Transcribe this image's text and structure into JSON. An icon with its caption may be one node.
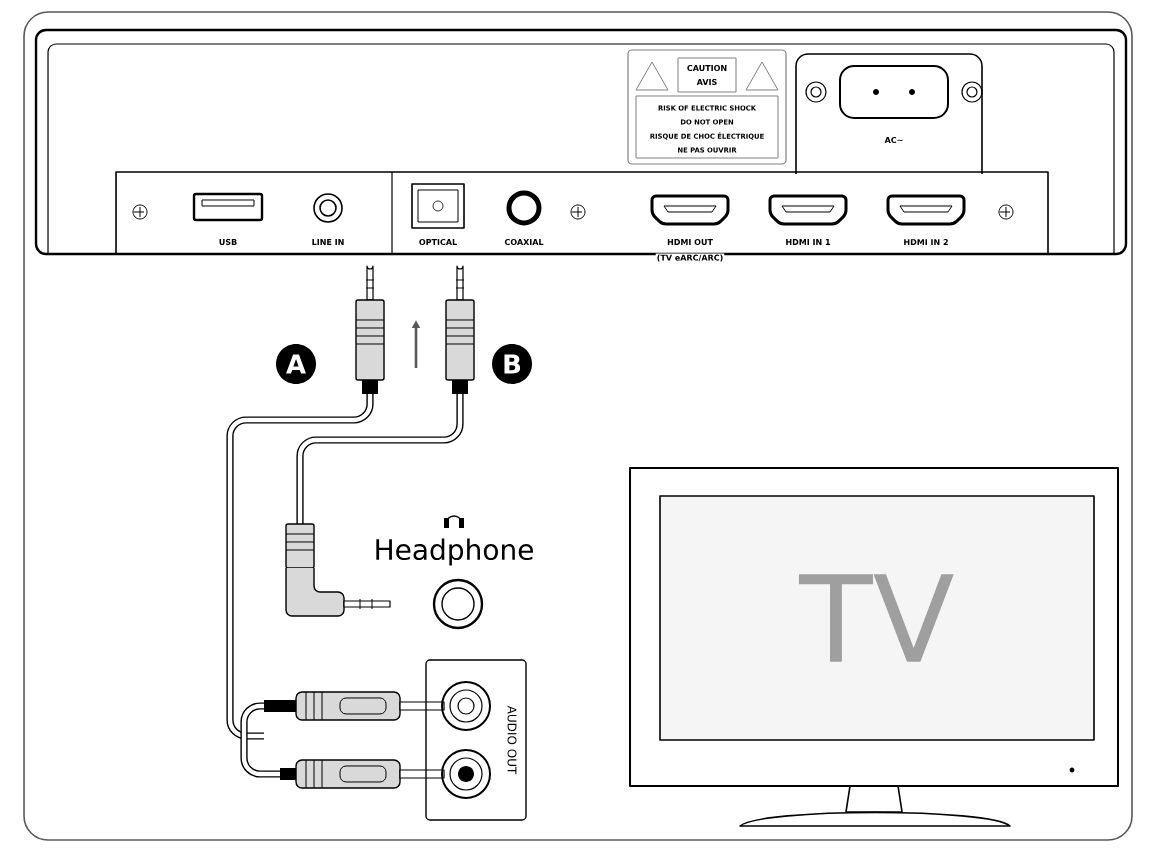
{
  "diagram": {
    "nodes": [
      {
        "text": [
          "A"
        ]
      },
      {
        "text": [
          "B"
        ]
      },
      {
        "text": [
          "TV"
        ]
      }
    ],
    "labels": [
      "CAUTION",
      "AVIS",
      "RISK OF ELECTRIC SHOCK",
      "DO NOT OPEN",
      "RISQUE DE CHOC ÉLECTRIQUE",
      "NE PAS OUVRIR",
      "AC~",
      "USB",
      "LINE IN",
      "OPTICAL",
      "COAXIAL",
      "HDMI OUT",
      "(TV eARC/ARC)",
      "HDMI IN 1",
      "HDMI IN 2",
      "Headphone",
      "AUDIO OUT"
    ]
  }
}
